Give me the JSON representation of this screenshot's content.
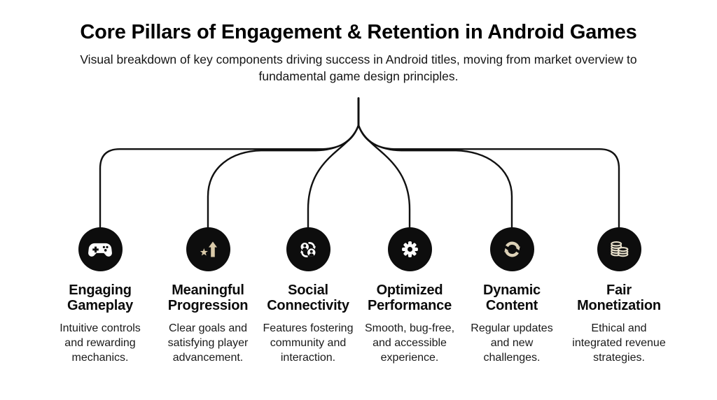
{
  "header": {
    "title": "Core Pillars of Engagement & Retention in Android Games",
    "subtitle": "Visual breakdown of key components driving success in Android titles, moving from market overview to fundamental game design principles."
  },
  "colors": {
    "background": "#ffffff",
    "text": "#111111",
    "icon_circle_bg": "#0d0d0d",
    "connector_line": "#111111",
    "icon_white": "#ffffff",
    "accent_beige": "#d9c9a8",
    "accent_beige_light": "#e9e1cc"
  },
  "pillars": [
    {
      "icon": "gamepad-icon",
      "title": "Engaging Gameplay",
      "description": "Intuitive controls and rewarding mechanics."
    },
    {
      "icon": "star-arrow-up-icon",
      "title": "Meaningful Progression",
      "description": "Clear goals and satisfying player advancement."
    },
    {
      "icon": "user-exchange-icon",
      "title": "Social Connectivity",
      "description": "Features fostering community and interaction."
    },
    {
      "icon": "gear-icon",
      "title": "Optimized Performance",
      "description": "Smooth, bug-free, and accessible experience."
    },
    {
      "icon": "sync-arrows-icon",
      "title": "Dynamic Content",
      "description": "Regular updates and new challenges."
    },
    {
      "icon": "coin-stacks-icon",
      "title": "Fair Monetization",
      "description": "Ethical and integrated revenue strategies."
    }
  ]
}
